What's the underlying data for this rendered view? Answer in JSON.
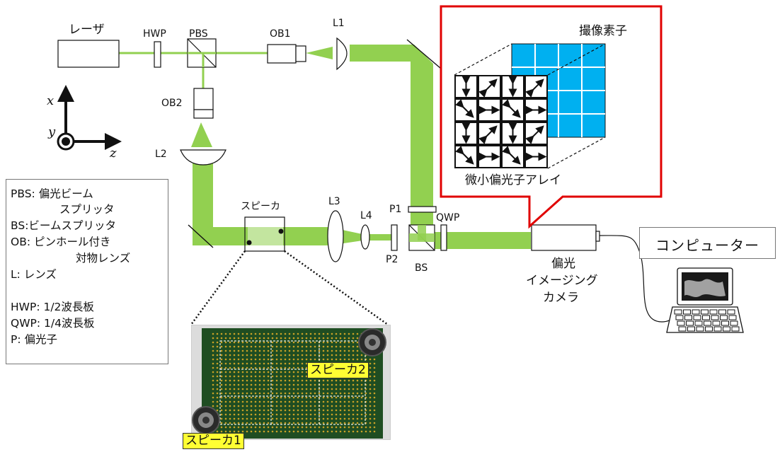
{
  "labels": {
    "laser": "レーザ",
    "hwp": "HWP",
    "pbs": "PBS",
    "ob1": "OB1",
    "ob2": "OB2",
    "l1": "L1",
    "l2": "L2",
    "l3": "L3",
    "l4": "L4",
    "p1": "P1",
    "p2": "P2",
    "qwp": "QWP",
    "bs": "BS",
    "speaker": "スピーカ",
    "sensor": "撮像素子",
    "polarizer_array": "微小偏光子アレイ",
    "camera": [
      "偏光",
      "イメージング",
      "カメラ"
    ],
    "computer": "コンピューター",
    "axis_x": "x",
    "axis_y": "y",
    "axis_z": "z",
    "speaker1": "スピーカ1",
    "speaker2": "スピーカ2"
  },
  "legend": [
    "PBS: 偏光ビーム",
    "スプリッタ",
    "BS:ビームスプリッタ",
    "OB: ピンホール付き",
    "対物レンズ",
    "L: レンズ",
    "HWP: 1/2波長板",
    "QWP: 1/4波長板",
    "P: 偏光子"
  ],
  "colors": {
    "beam": "#92d050",
    "sensor": "#00b0f0",
    "callout": "#e00000",
    "tag": "#ffff33"
  },
  "polarizer_grid": [
    [
      "v",
      "d",
      "v",
      "d"
    ],
    [
      "a",
      "h",
      "a",
      "h"
    ],
    [
      "v",
      "d",
      "v",
      "d"
    ],
    [
      "a",
      "h",
      "a",
      "h"
    ]
  ]
}
